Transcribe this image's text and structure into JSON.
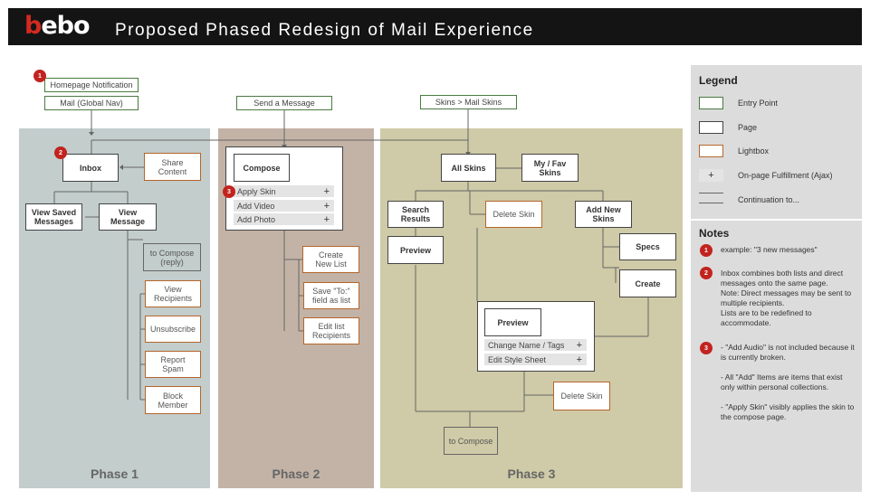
{
  "header": {
    "logo": "bebo",
    "title": "Proposed Phased Redesign of Mail Experience"
  },
  "entries": {
    "homepage_notification": "Homepage Notification",
    "mail_global_nav": "Mail (Global Nav)",
    "send_message": "Send a Message",
    "skins_mail_skins": "Skins > Mail Skins"
  },
  "phase1": {
    "label": "Phase 1",
    "inbox": "Inbox",
    "share_content": "Share Content",
    "view_saved_messages": "View Saved Messages",
    "view_message": "View Message",
    "to_compose_reply": "to Compose (reply)",
    "view_recipients": "View Recipients",
    "unsubscribe": "Unsubscribe",
    "report_spam": "Report Spam",
    "block_member": "Block Member"
  },
  "phase2": {
    "label": "Phase 2",
    "compose": "Compose",
    "actions": [
      "Apply Skin",
      "Add Video",
      "Add Photo"
    ],
    "create_new_list": "Create New List",
    "save_to_field": "Save \"To:\" field as list",
    "edit_list_recipients": "Edit list Recipients"
  },
  "phase3": {
    "label": "Phase 3",
    "all_skins": "All Skins",
    "my_fav_skins": "My / Fav Skins",
    "search_results": "Search Results",
    "delete_skin": "Delete Skin",
    "add_new_skins": "Add New Skins",
    "preview": "Preview",
    "specs": "Specs",
    "create": "Create",
    "preview_page": "Preview",
    "preview_actions": [
      "Change Name / Tags",
      "Edit Style Sheet"
    ],
    "delete_skin_2": "Delete Skin",
    "to_compose": "to Compose"
  },
  "badges": [
    "1",
    "2",
    "3"
  ],
  "legend": {
    "title": "Legend",
    "items": [
      "Entry Point",
      "Page",
      "Lightbox",
      "On-page Fulfillment (Ajax)",
      "Continuation to..."
    ],
    "plus_symbol": "+"
  },
  "notes": {
    "title": "Notes",
    "items": [
      "example: \"3 new messages\"",
      "Inbox combines both lists and direct messages onto the same page.\nNote:  Direct messages may be sent to multiple recipients.\nLists are to be redefined to accommodate.",
      "-  \"Add Audio\" is not included because it is currently broken.\n\n-  All \"Add\" Items are items that exist only within personal collections.\n\n-  \"Apply Skin\" visibly applies the skin to the compose page."
    ]
  },
  "colors": {
    "entry": "#4a7a40",
    "lightbox": "#b5662a",
    "badge": "#c2231e",
    "phase1": "#c2cdcc",
    "phase2": "#c3b3a6",
    "phase3": "#cfcaa7"
  }
}
